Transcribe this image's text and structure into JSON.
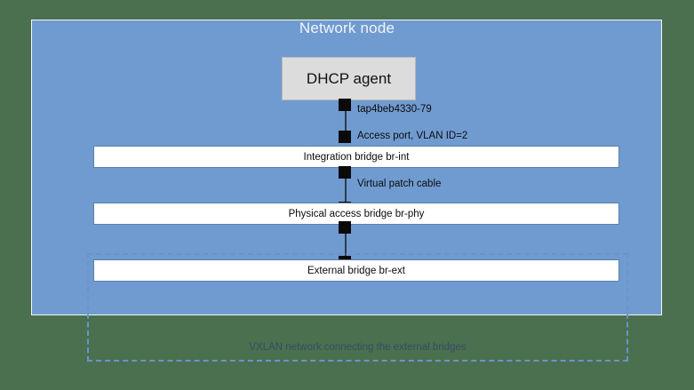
{
  "panel": {
    "title": "Network node",
    "bg_color": "#709bd0",
    "outer_bg_color": "#4a7050"
  },
  "nodes": {
    "dhcp_agent": "DHCP agent",
    "integration_bridge": "Integration bridge br-int",
    "physical_access_bridge": "Physical access bridge br-phy",
    "external_bridge": "External bridge br-ext"
  },
  "edge_labels": {
    "tap_device": "tap4beb4330-79",
    "access_port": "Access port, VLAN ID=2",
    "patch_cable": "Virtual patch cable"
  },
  "vxlan": {
    "label": "VXLAN network connecting the external bridges",
    "border_color": "#6d93c6"
  }
}
